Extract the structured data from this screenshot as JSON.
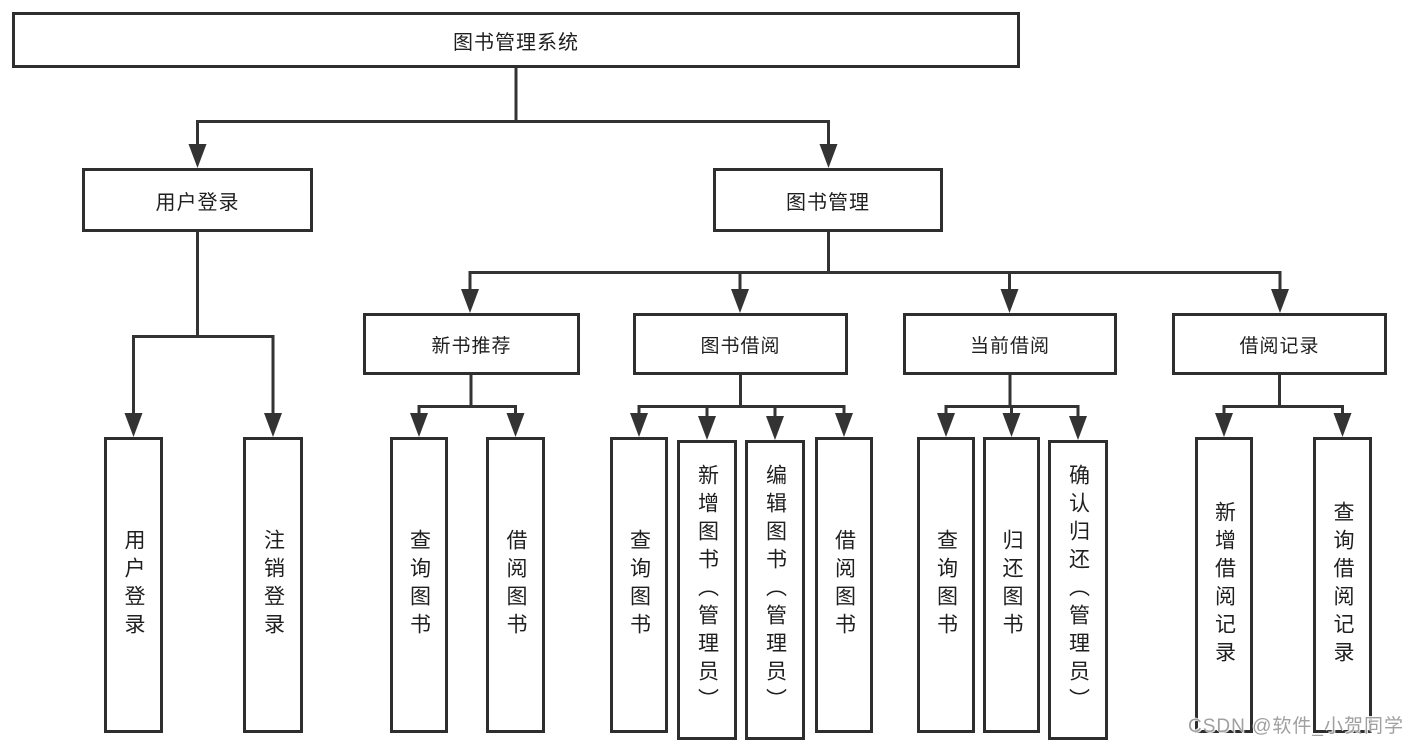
{
  "diagram": {
    "root": {
      "label": "图书管理系统"
    },
    "branches": [
      {
        "label": "用户登录",
        "children": [
          {
            "label": "用户登录"
          },
          {
            "label": "注销登录"
          }
        ]
      },
      {
        "label": "图书管理",
        "groups": [
          {
            "label": "新书推荐",
            "children": [
              {
                "label": "查询图书"
              },
              {
                "label": "借阅图书"
              }
            ]
          },
          {
            "label": "图书借阅",
            "children": [
              {
                "label": "查询图书"
              },
              {
                "label": "新增图书（管理员）"
              },
              {
                "label": "编辑图书（管理员）"
              },
              {
                "label": "借阅图书"
              }
            ]
          },
          {
            "label": "当前借阅",
            "children": [
              {
                "label": "查询图书"
              },
              {
                "label": "归还图书"
              },
              {
                "label": "确认归还（管理员）"
              }
            ]
          },
          {
            "label": "借阅记录",
            "children": [
              {
                "label": "新增借阅记录"
              },
              {
                "label": "查询借阅记录"
              }
            ]
          }
        ]
      }
    ]
  },
  "watermark": {
    "text": "CSDN @软件_小贺同学"
  },
  "colors": {
    "line": "#333333",
    "border": "#2e2e2e",
    "text": "#1f1f1f",
    "watermark": "#a0a0a0",
    "background": "#ffffff"
  }
}
